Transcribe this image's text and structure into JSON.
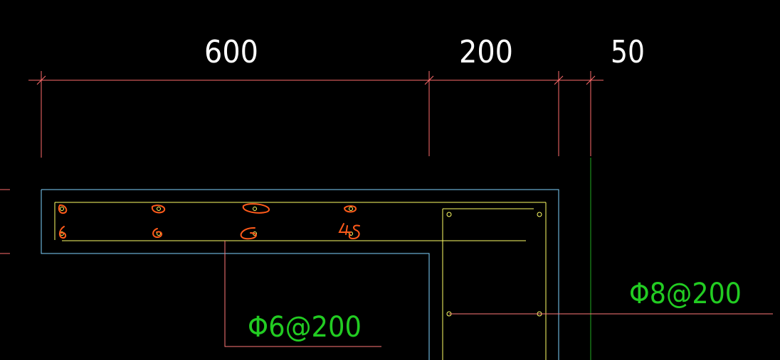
{
  "dimensions": {
    "dim1": "600",
    "dim2": "200",
    "dim3": "50"
  },
  "rebar_labels": {
    "slab_rebar": "Φ6@200",
    "beam_rebar": "Φ8@200"
  },
  "handwritten_marks": [
    "6",
    "6",
    "6",
    "6",
    "6",
    "6",
    "6",
    "45"
  ],
  "colors": {
    "background": "#000000",
    "dimension_line": "#ff6b6b",
    "dimension_text": "#ffffff",
    "concrete_outline": "#7fd3ff",
    "rebar_line": "#ffff66",
    "leader_line": "#ff7777",
    "rebar_text": "#22cc22",
    "markup": "#ff5a1a"
  }
}
